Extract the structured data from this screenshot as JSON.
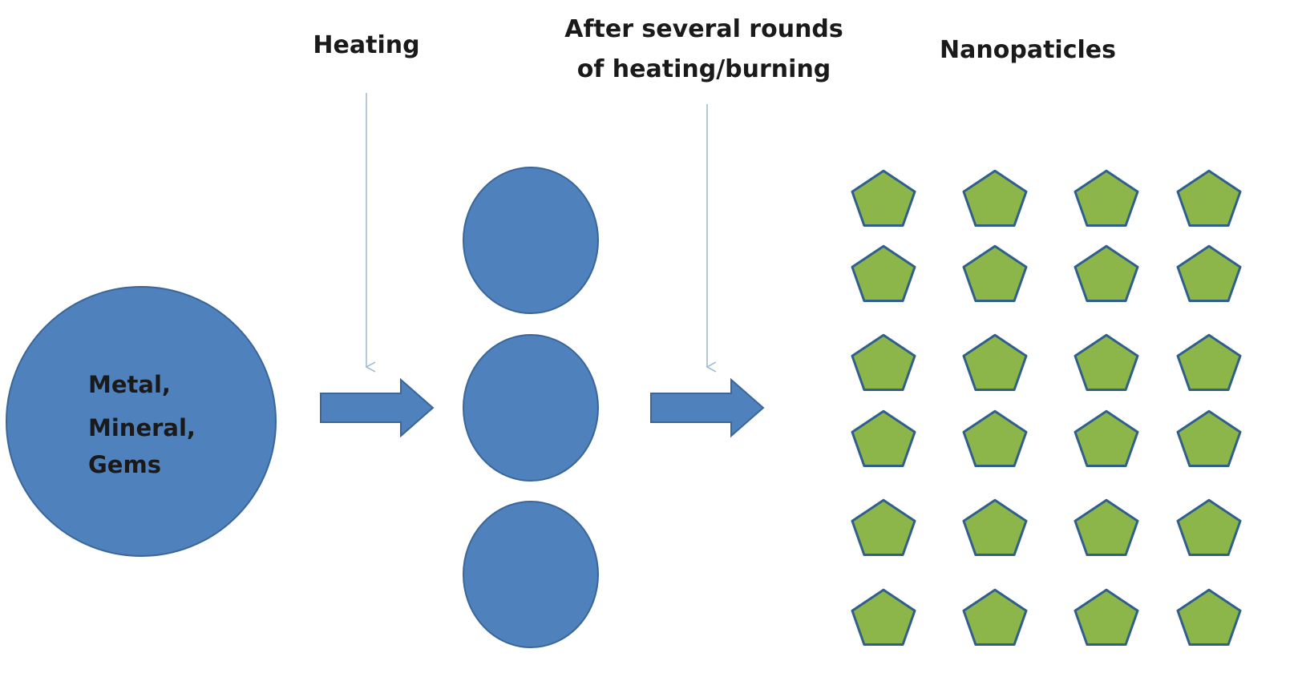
{
  "labels": {
    "heating": "Heating",
    "after_rounds_line1": "After several rounds",
    "after_rounds_line2": "of heating/burning",
    "nanoparticles": "Nanopaticles"
  },
  "source": {
    "lines": [
      "Metal,",
      "Mineral,",
      "Gems"
    ]
  },
  "grid": {
    "rows": 6,
    "cols": 4
  },
  "colors": {
    "circle_fill": "#4f81bd",
    "circle_stroke": "#3a6699",
    "pentagon_fill": "#8db64a",
    "pentagon_stroke": "#2f5f8a",
    "thin_arrow": "#9bb7d4",
    "text": "#1a1a1a"
  }
}
